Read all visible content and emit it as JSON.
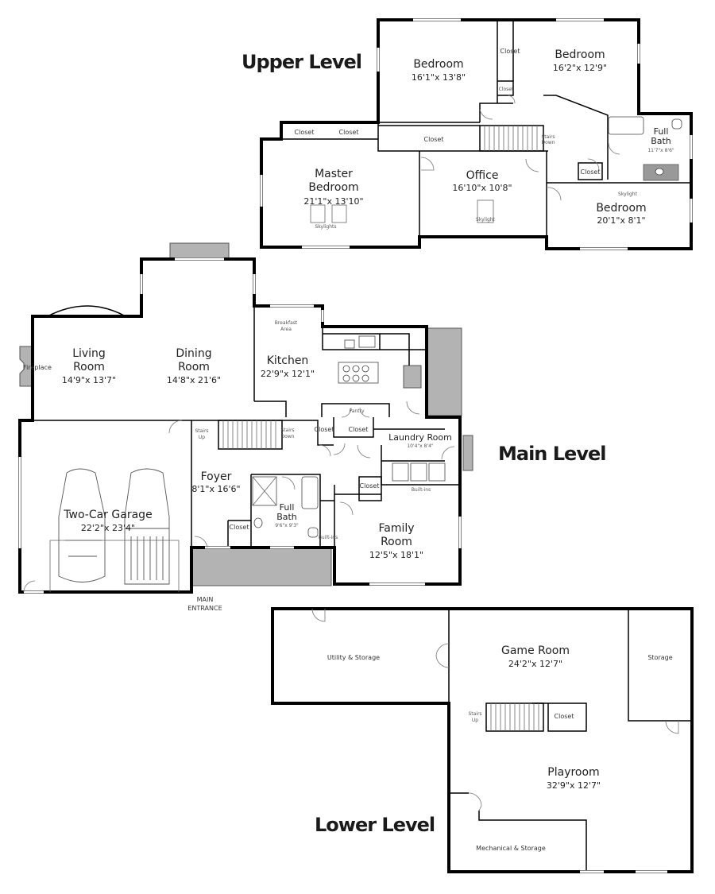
{
  "levels": {
    "upper": "Upper Level",
    "main": "Main Level",
    "lower": "Lower Level"
  },
  "upper": {
    "bedroom_1": {
      "name": "Bedroom",
      "dim": "16'1\"x 13'8\""
    },
    "bedroom_2": {
      "name": "Bedroom",
      "dim": "16'2\"x 12'9\""
    },
    "bedroom_3": {
      "name": "Bedroom",
      "dim": "20'1\"x 8'1\""
    },
    "master": {
      "name_1": "Master",
      "name_2": "Bedroom",
      "dim": "21'1\"x 13'10\""
    },
    "office": {
      "name": "Office",
      "dim": "16'10\"x 10'8\""
    },
    "full_bath": {
      "name_1": "Full",
      "name_2": "Bath",
      "dim": "11'7\"x 8'6\""
    },
    "closet": "Closet",
    "stairs_down": {
      "line_1": "Stairs",
      "line_2": "Down"
    },
    "skylight": "Skylight",
    "skylights": "Skylights"
  },
  "main": {
    "living": {
      "name_1": "Living",
      "name_2": "Room",
      "dim": "14'9\"x 13'7\""
    },
    "dining": {
      "name_1": "Dining",
      "name_2": "Room",
      "dim": "14'8\"x 21'6\""
    },
    "kitchen": {
      "name": "Kitchen",
      "dim": "22'9\"x 12'1\""
    },
    "breakfast": {
      "line_1": "Breakfast",
      "line_2": "Area"
    },
    "fireplace": "Fireplace",
    "pantry": "Pantry",
    "closet": "Closet",
    "laundry": {
      "name": "Laundry Room",
      "dim": "10'4\"x 8'4\""
    },
    "built_ins": "Built-ins",
    "foyer": {
      "name": "Foyer",
      "dim": "8'1\"x 16'6\""
    },
    "full_bath": {
      "name_1": "Full",
      "name_2": "Bath",
      "dim": "9'6\"x 9'3\""
    },
    "family": {
      "name_1": "Family",
      "name_2": "Room",
      "dim": "12'5\"x 18'1\""
    },
    "garage": {
      "name": "Two-Car Garage",
      "dim": "22'2\"x 23'4\""
    },
    "stairs_up": {
      "line_1": "Stairs",
      "line_2": "Up"
    },
    "stairs_down": {
      "line_1": "Stairs",
      "line_2": "Down"
    },
    "entrance": {
      "line_1": "MAIN",
      "line_2": "ENTRANCE"
    }
  },
  "lower": {
    "utility": "Utility & Storage",
    "game": {
      "name": "Game Room",
      "dim": "24'2\"x 12'7\""
    },
    "storage": "Storage",
    "closet": "Closet",
    "stairs_up": {
      "line_1": "Stairs",
      "line_2": "Up"
    },
    "playroom": {
      "name": "Playroom",
      "dim": "32'9\"x 12'7\""
    },
    "mechanical": "Mechanical & Storage"
  }
}
